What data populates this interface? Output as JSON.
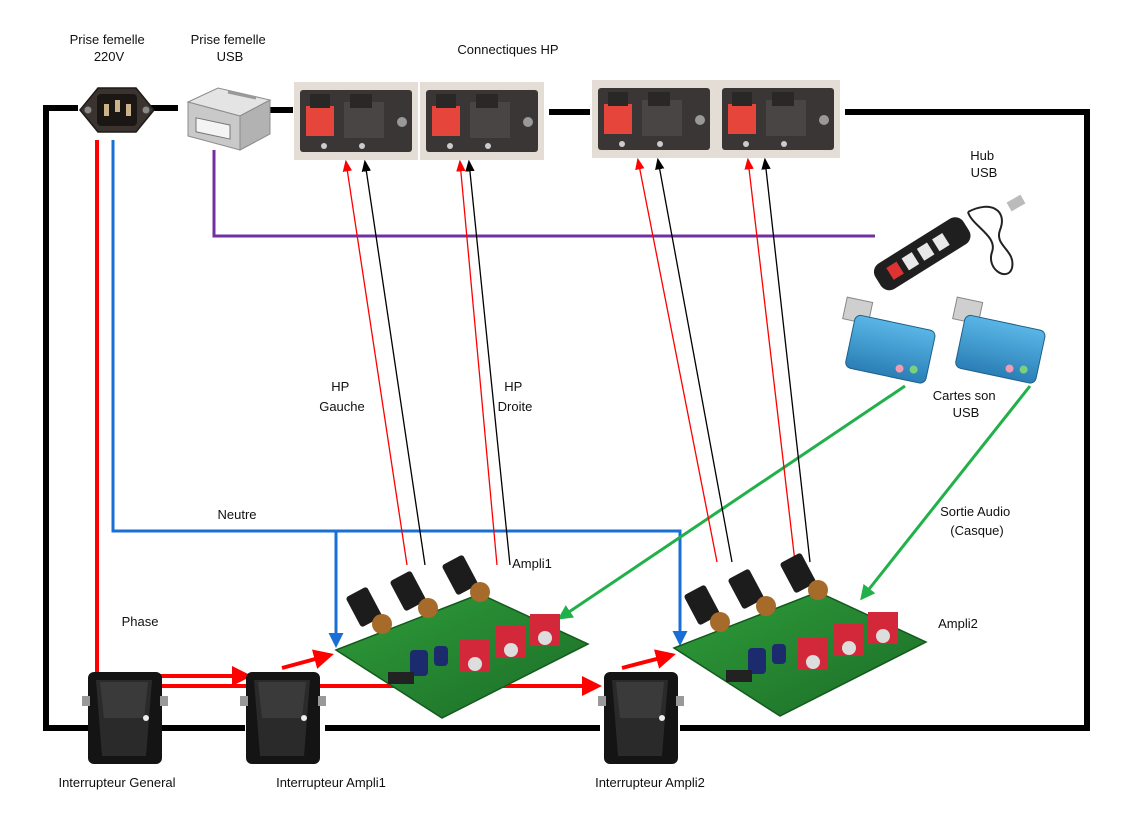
{
  "labels": {
    "prise_220v": [
      "Prise femelle",
      "220V"
    ],
    "prise_usb": [
      "Prise femelle",
      "USB"
    ],
    "connectiques_hp": "Connectiques HP",
    "hub_usb": [
      "Hub",
      "USB"
    ],
    "cartes_son": [
      "Cartes son",
      "USB"
    ],
    "hp_gauche": [
      "HP",
      "Gauche"
    ],
    "hp_droite": [
      "HP",
      "Droite"
    ],
    "neutre": "Neutre",
    "phase": "Phase",
    "ampli1": "Ampli1",
    "ampli2": "Ampli2",
    "sortie_audio": [
      "Sortie Audio",
      "(Casque)"
    ],
    "interrupteur_general": "Interrupteur General",
    "interrupteur_ampli1": "Interrupteur Ampli1",
    "interrupteur_ampli2": "Interrupteur Ampli2"
  },
  "colors": {
    "frame": "#000000",
    "phase": "#ff0000",
    "neutre": "#1a6fd6",
    "usb": "#7030a0",
    "audio": "#22b04a",
    "hp_positive": "#ff0000",
    "hp_negative": "#000000"
  },
  "icons": [
    "power-socket-icon",
    "usb-socket-icon",
    "speaker-terminal-icon",
    "usb-hub-icon",
    "usb-sound-card-icon",
    "amplifier-board-icon",
    "rocker-switch-icon"
  ]
}
